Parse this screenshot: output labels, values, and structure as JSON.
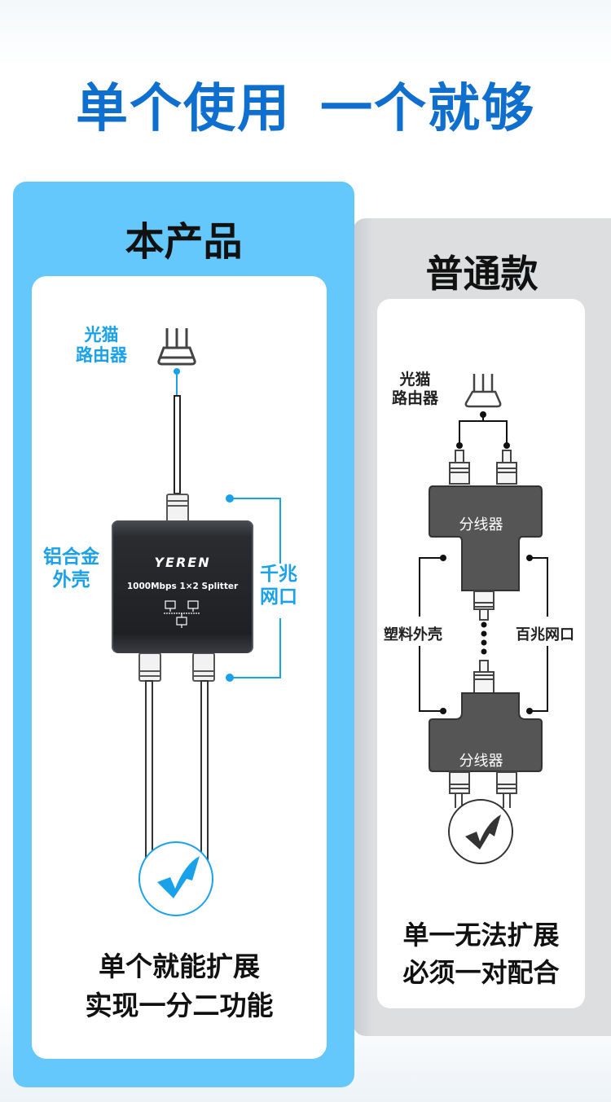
{
  "headline": {
    "part1": "单个使用",
    "part2": "一个就够"
  },
  "colors": {
    "headline": "#0e6fce",
    "accent_blue": "#19a1ea",
    "panel_blue": "#64c8fd",
    "panel_gray": "#dcdee0"
  },
  "product_panel": {
    "title": "本产品",
    "source_label_line1": "光猫",
    "source_label_line2": "路由器",
    "source_icon": "router-icon",
    "device_brand": "YEREN",
    "device_model": "1000Mbps 1×2 Splitter",
    "device_icon": "network-topology-icon",
    "housing_label_line1": "铝合金",
    "housing_label_line2": "外壳",
    "port_label_line1": "千兆",
    "port_label_line2": "网口",
    "check_icon": "checkmark-icon",
    "caption_line1": "单个就能扩展",
    "caption_line2": "实现一分二功能"
  },
  "regular_panel": {
    "title": "普通款",
    "source_label_line1": "光猫",
    "source_label_line2": "路由器",
    "source_icon": "router-icon",
    "splitter_top_label": "分线器",
    "splitter_bottom_label": "分线器",
    "housing_label": "塑料外壳",
    "port_label": "百兆网口",
    "check_icon": "checkmark-icon",
    "caption_line1": "单一无法扩展",
    "caption_line2": "必须一对配合"
  }
}
